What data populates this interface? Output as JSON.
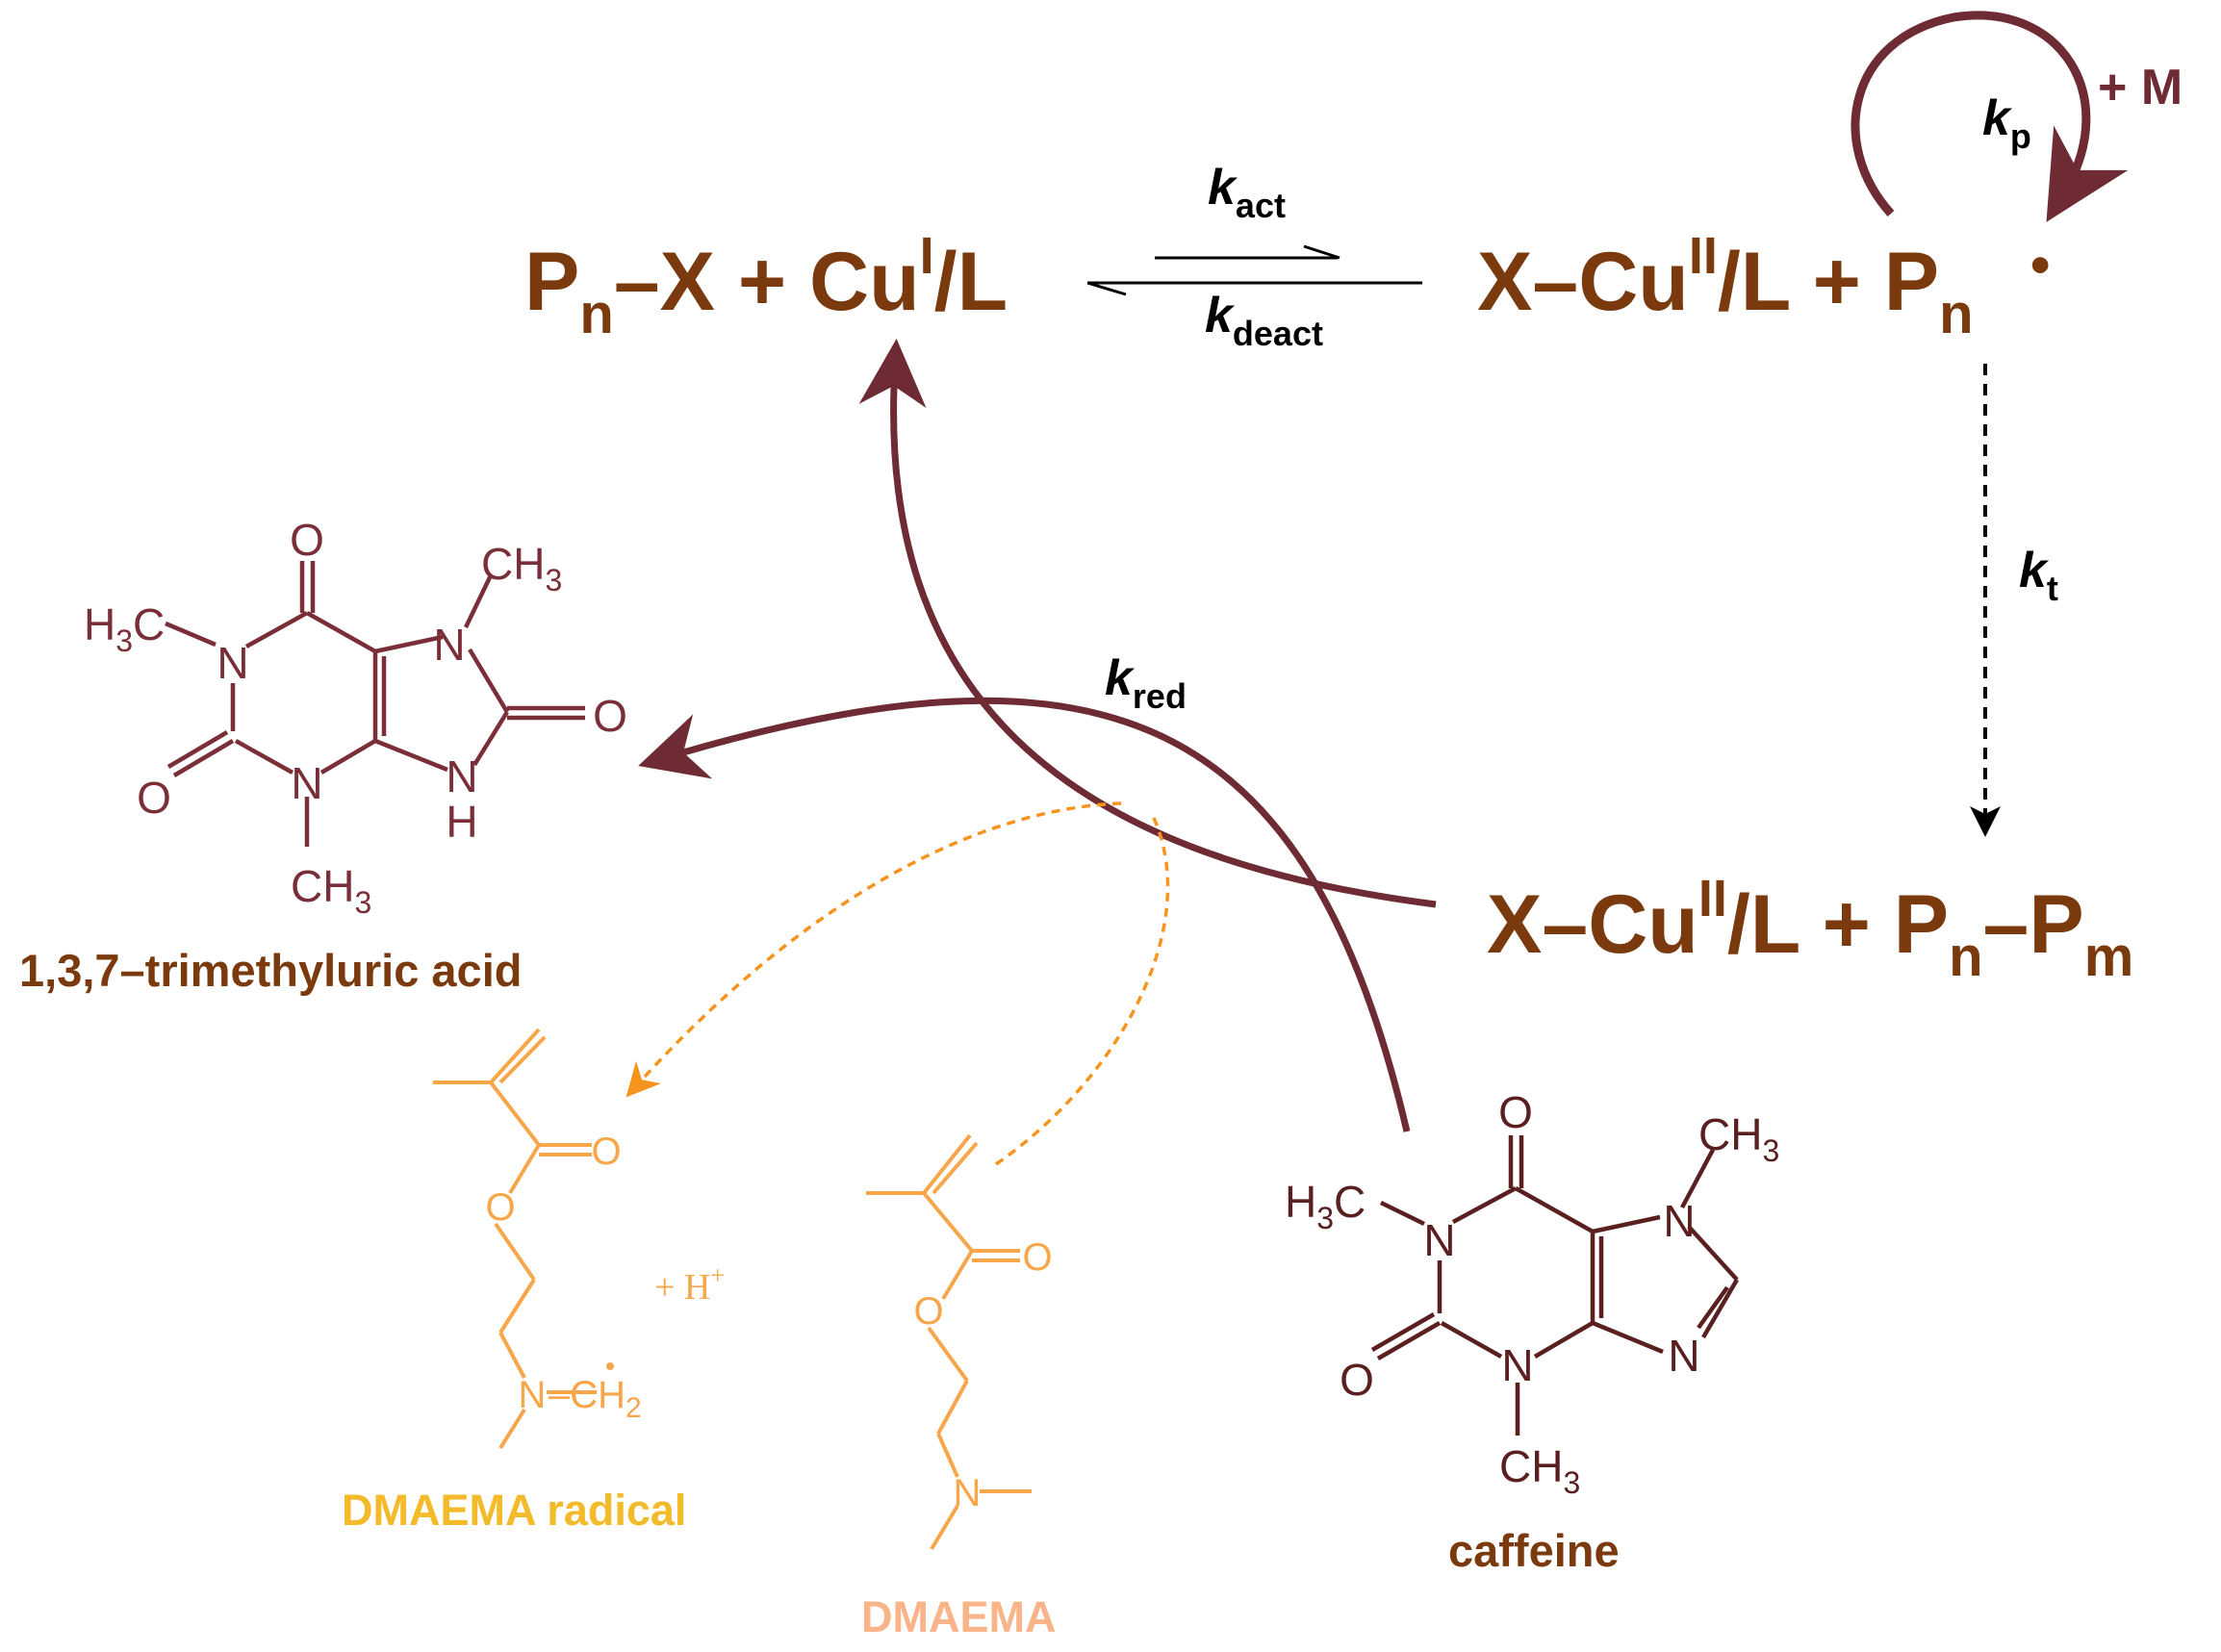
{
  "colors": {
    "brown": "#7a3a0e",
    "maroon": "#6e2b33",
    "orange": "#f7a64a",
    "dash_orange": "#f7941d",
    "dmaema_label": "#f3bb2a",
    "dmaema_light": "#f9b48a",
    "black": "#000000"
  },
  "eq_left": {
    "P": "P",
    "n": "n",
    "dashX": "–X + Cu",
    "I": "I",
    "L": "/L"
  },
  "eq_right": {
    "X": "X–Cu",
    "II": "II",
    "L": "/L + P",
    "n": "n",
    "dot": "•"
  },
  "eq_bottom": {
    "X": "X–Cu",
    "II": "II",
    "L": "/L + P",
    "n": "n",
    "dash": "–P",
    "m": "m"
  },
  "rates": {
    "k": "k",
    "act": "act",
    "deact": "deact",
    "p": "p",
    "t": "t",
    "red": "red",
    "plus_m": "+ M"
  },
  "tma": {
    "label": "1,3,7–trimethyluric  acid",
    "atoms": {
      "O1": "O",
      "O2": "O",
      "O3": "O",
      "N1": "N",
      "N3": "N",
      "N7": "N",
      "N9": "N",
      "H9": "H",
      "ch3": "CH",
      "ch3_sub": "3",
      "h3c_h": "H",
      "h3c_sub": "3",
      "h3c_c": "C"
    }
  },
  "caffeine": {
    "label": "caffeine",
    "atoms": {
      "O1": "O",
      "O2": "O",
      "N1": "N",
      "N3": "N",
      "N7": "N",
      "N9": "N",
      "ch3": "CH",
      "ch3_sub": "3",
      "h3c_h": "H",
      "h3c_sub": "3",
      "h3c_c": "C"
    }
  },
  "dmaema_radical": {
    "label": "DMAEMA radical",
    "atoms": {
      "O1": "O",
      "O2": "O",
      "N": "N",
      "dash_ch": "–CH",
      "ch_sub": "2"
    },
    "plus_h": "+ H",
    "h_charge": "+"
  },
  "dmaema": {
    "label": "DMAEMA",
    "atoms": {
      "O1": "O",
      "O2": "O",
      "N": "N"
    }
  }
}
